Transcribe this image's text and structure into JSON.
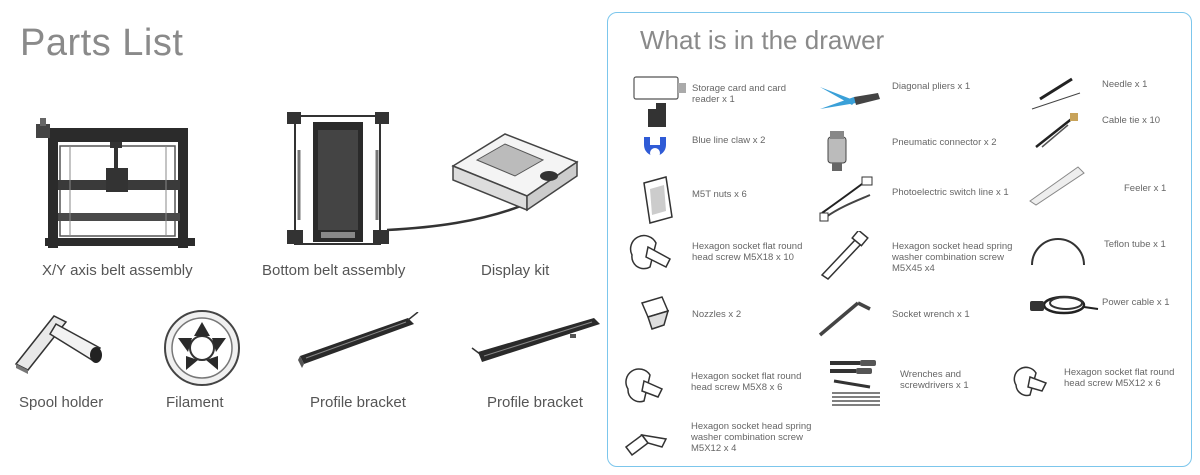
{
  "page_title": "Parts List",
  "parts": [
    {
      "label": "X/Y axis belt assembly"
    },
    {
      "label": "Bottom belt assembly"
    },
    {
      "label": "Display kit"
    },
    {
      "label": "Spool holder"
    },
    {
      "label": "Filament"
    },
    {
      "label": "Profile bracket"
    },
    {
      "label": "Profile bracket"
    }
  ],
  "drawer": {
    "title": "What is in the drawer",
    "items": [
      {
        "label": "Storage card and card reader x 1"
      },
      {
        "label": "Diagonal pliers x 1"
      },
      {
        "label": "Needle  x 1"
      },
      {
        "label": "Blue line claw x 2"
      },
      {
        "label": "Pneumatic connector  x 2"
      },
      {
        "label": "Cable tie  x 10"
      },
      {
        "label": "M5T nuts  x 6"
      },
      {
        "label": "Photoelectric switch line  x 1"
      },
      {
        "label": "Feeler  x 1"
      },
      {
        "label": "Hexagon socket flat round head screw M5X18  x 10"
      },
      {
        "label": "Hexagon socket head spring washer combination screw M5X45  x4"
      },
      {
        "label": "Teflon tube  x 1"
      },
      {
        "label": "Nozzles  x 2"
      },
      {
        "label": "Socket wrench  x 1"
      },
      {
        "label": "Power cable  x 1"
      },
      {
        "label": "Hexagon socket flat round head screw M5X8  x 6"
      },
      {
        "label": "Wrenches and screwdrivers  x 1"
      },
      {
        "label": "Hexagon socket flat round head screw M5X12  x 6"
      },
      {
        "label": "Hexagon socket head spring washer combination screw M5X12  x 4"
      }
    ]
  },
  "colors": {
    "accent_border": "#7cc6ec",
    "blue_part": "#2f5bd6",
    "plier_handle": "#3aa0d8"
  }
}
